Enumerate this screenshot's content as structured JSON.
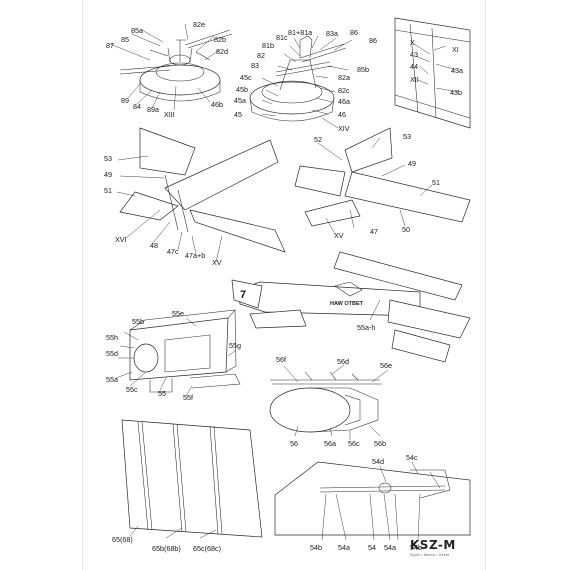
{
  "brand": {
    "logo": "KSZ-M",
    "tagline": "Sport • Media • Szent"
  },
  "labels": {
    "p1": [
      "85a",
      "82e",
      "85",
      "87",
      "82b",
      "82d",
      "89",
      "84",
      "89a",
      "XIII",
      "46b"
    ],
    "p2": [
      "81c",
      "81+81a",
      "83a",
      "86",
      "81b",
      "86",
      "82",
      "85b",
      "83",
      "82a",
      "45c",
      "82c",
      "45b",
      "46a",
      "45a",
      "46",
      "45",
      "XIV"
    ],
    "p3": [
      "X",
      "XI",
      "43",
      "43a",
      "44",
      "XII",
      "43b"
    ],
    "p4": [
      "53",
      "49",
      "51",
      "XVI",
      "48",
      "47c",
      "47a+b",
      "XV"
    ],
    "p5": [
      "52",
      "53",
      "49",
      "51",
      "XV",
      "47",
      "50"
    ],
    "p6": [
      "7",
      "HAW OTBET",
      "55a-h"
    ],
    "p7": [
      "55b",
      "55e",
      "55h",
      "55d",
      "55g",
      "55a",
      "55c",
      "55",
      "55f"
    ],
    "p8": [
      "56f",
      "56d",
      "56e",
      "56",
      "56a",
      "56c",
      "56b"
    ],
    "p9": [
      "65(68)",
      "65b(68b)",
      "65c(68c)"
    ],
    "p10": [
      "54d",
      "54c",
      "54b",
      "54a",
      "54",
      "54a",
      "54b"
    ]
  }
}
